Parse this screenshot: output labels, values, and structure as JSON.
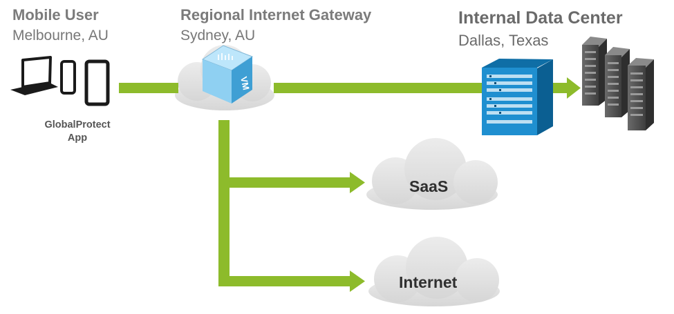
{
  "mobile_user": {
    "title": "Mobile User",
    "location": "Melbourne, AU",
    "app_line1": "GlobalProtect",
    "app_line2": "App"
  },
  "gateway": {
    "title": "Regional Internet Gateway",
    "location": "Sydney, AU",
    "vm_label": "VM"
  },
  "datacenter": {
    "title": "Internal Data Center",
    "location": "Dallas, Texas"
  },
  "destinations": {
    "saas": "SaaS",
    "internet": "Internet"
  },
  "icons": [
    "laptop-icon",
    "phone-icon",
    "tablet-icon",
    "vm-icon",
    "firewall-icon",
    "server-rack-icon",
    "cloud-icon"
  ],
  "colors": {
    "arrow": "#8dbb2b",
    "cloud": "#e0e0e0",
    "firewall": "#1f8fd0",
    "vm": "#7ec7ee",
    "server": "#565656",
    "text": "#777777"
  }
}
